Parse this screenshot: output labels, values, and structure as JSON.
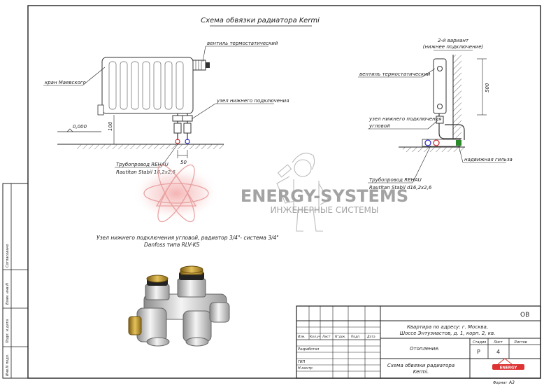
{
  "drawing": {
    "title": "Схема обвязки радиатора Kermi",
    "labels": {
      "thermo_valve_main": "вентиль термостатический",
      "mayevsky_valve": "кран Маевского",
      "bottom_node": "узел нижнего подключения",
      "level_mark": "0,000",
      "dim_100": "100",
      "dim_50": "50",
      "pipe_line1": "Трубопровод REHAU",
      "pipe_line2": "Rautitan Stabil 16,2х2,6",
      "variant2_line1": "2-й вариант",
      "variant2_line2": "(нижнее подключение)",
      "thermo_valve_v2": "вентиль термостатический",
      "dim_500": "500",
      "bottom_node_angle_line1": "узел нижнего подключения",
      "bottom_node_angle_line2": "угловой",
      "sleeve": "надвижная гильза",
      "pipe2_line1": "Трубопровод REHAU",
      "pipe2_line2": "Rautitan Stabil d16,2х2,6",
      "node_desc_line1": "Узел нижнего подключения угловой, радиатор 3/4\"- система 3/4\"",
      "node_desc_line2": "Danfoss типа RLV-KS"
    },
    "watermark": {
      "brand": "ENERGY-SYSTEMS",
      "tagline": "ИНЖЕНЕРНЫЕ СИСТЕМЫ"
    }
  },
  "side_stamp": {
    "cells": [
      "Согласовано",
      "Взам. инв.N",
      "Подп. и дата",
      "Инв.N подл."
    ]
  },
  "title_block": {
    "code": "ОВ",
    "address_line1": "Квартира по адресу:  г. Москва,",
    "address_line2": "Шоссе Энтузиастов, д. 1, корп. 2, кв.",
    "section": "Отопление.",
    "sheet_title_line1": "Схема обвязки радиатора",
    "sheet_title_line2": "Kermi.",
    "columns": [
      "Изм.",
      "Кол.уч",
      "Лист",
      "N°док.",
      "Подп.",
      "Дата"
    ],
    "roles": [
      "Разработал",
      "ГИП",
      "Н.контр"
    ],
    "stage_header": "Стадия",
    "sheet_header": "Лист",
    "sheets_header": "Листов",
    "stage_value": "Р",
    "sheet_value": "4",
    "format_label": "Формат",
    "format_value": "А3",
    "logo_text": "ENERGY"
  }
}
